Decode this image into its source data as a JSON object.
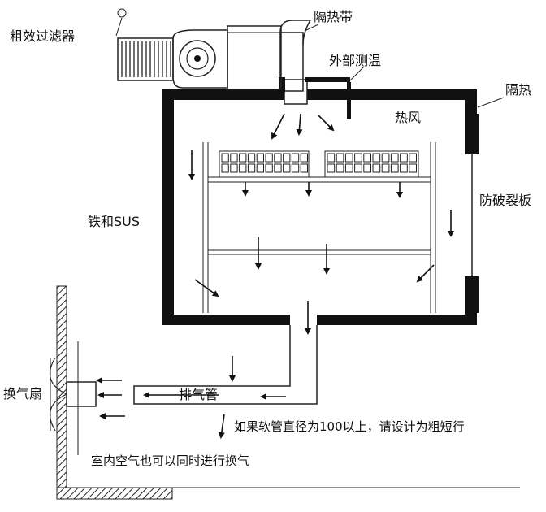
{
  "labels": {
    "coarse_filter": "粗效过滤器",
    "insulation_tape": "隔热带",
    "external_temp": "外部测温",
    "insulation": "隔热",
    "hot_air": "热风",
    "explosion_board": "防破裂板",
    "material": "铁和SUS",
    "exhaust_fan": "换气扇",
    "exhaust_pipe": "排气管",
    "hose_note": "如果软管直径为100以上，请设计为粗短行",
    "indoor_note": "室内空气也可以同时进行换气"
  },
  "colors": {
    "wall": "#111111",
    "line": "#222222",
    "background": "#ffffff"
  }
}
